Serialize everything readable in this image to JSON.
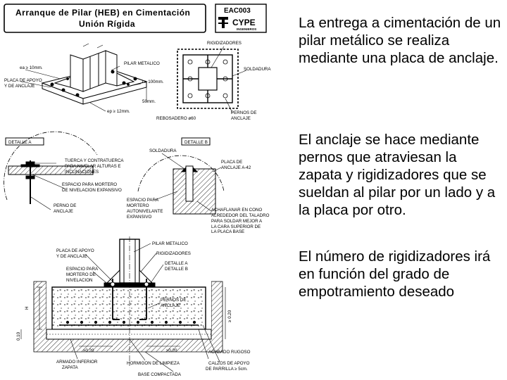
{
  "drawing": {
    "title_line1": "Arranque de Pilar (HEB) en Cimentación",
    "title_line2": "Unión Rígida",
    "code": "EAC003",
    "brand": "CYPE",
    "brand_sub": "INGENIEROS",
    "labels": {
      "rigidizadores_top": "RIGIDIZADORES",
      "pilar_metalico_top": "PILAR METALICO",
      "soldadura_top": "SOLDADURA",
      "ea_10": "ea ≥ 10mm.",
      "placa_apoyo_1": "PLACA DE APOYO",
      "placa_apoyo_2": "Y DE ANCLAJE",
      "l_100": "l ≥ 100mm.",
      "dim_50": "50mm.",
      "ep_12": "ep ≥ 12mm.",
      "rebosadero": "REBOSADERO ø60",
      "pernos_anclaje_1": "PERNOS DE",
      "pernos_anclaje_2": "ANCLAJE",
      "detalle_a": "DETALLE A",
      "detalle_b": "DETALLE B",
      "soldadura_mid": "SOLDADURA",
      "tuerca_1": "TUERCA Y CONTRATUERCA",
      "tuerca_2": "PARA NIVELAR ALTURAS E",
      "tuerca_3": "INCLINACIONES",
      "espacio_mortero_1": "ESPACIO PARA MORTERO",
      "espacio_mortero_2": "DE NIVELACION EXPANSIVO",
      "perno_anclaje_1": "PERNO DE",
      "perno_anclaje_2": "ANCLAJE",
      "espacio_para_1": "ESPACIO PARA",
      "espacio_para_2": "MORTERO",
      "espacio_para_3": "AUTONIVELANTE",
      "espacio_para_4": "EXPANSIVO",
      "placa_anclaje_1": "PLACA DE",
      "placa_anclaje_2": "ANCLAJE A-42",
      "achaflanar_1": "ACHAFLANAR EN CONO",
      "achaflanar_2": "ALREDEDOR DEL TALADRO",
      "achaflanar_3": "PARA SOLDAR MEJOR A",
      "achaflanar_4": "LA CARA SUPERIOR DE",
      "achaflanar_5": "LA PLACA BASE",
      "pilar_metalico_bot": "PILAR METALICO",
      "placa_apoyo_bot_1": "PLACA DE APOYO",
      "placa_apoyo_bot_2": "Y DE ANCLAJE",
      "rigidizadores_bot": "RIGIDIZADORES",
      "detalle_a_bot": "DETALLE A",
      "detalle_b_bot": "DETALLE B",
      "espacio_nivel_1": "ESPACIO PARA",
      "espacio_nivel_2": "MORTERO DE",
      "espacio_nivel_3": "NIVELACION",
      "pernos_bot_1": "PERNOS DE",
      "pernos_bot_2": "ANCLAJE",
      "dim_h": "H",
      "dim_010": "0.10",
      "dim_020_right": "≥ 0.20",
      "dim_020_a": "≥0.20",
      "dim_020_b": "≥0.20",
      "armado_1": "ARMADO INFERIOR",
      "armado_2": "ZAPATA",
      "hormigon": "HORMIGON DE LIMPIEZA",
      "base": "BASE COMPACTADA",
      "acabado": "ACABADO RUGOSO",
      "calzos_1": "CALZOS DE APOYO",
      "calzos_2": "DE PARRILLA ≥ 5cm."
    }
  },
  "paragraphs": [
    "La entrega a cimentación de un pilar metálico se realiza mediante una placa de anclaje.",
    "El anclaje se hace mediante pernos que atraviesan la zapata y rigidizadores que se sueldan al pilar por un lado y a la placa por otro.",
    "El número de rigidizadores irá en función del grado de empotramiento deseado"
  ]
}
